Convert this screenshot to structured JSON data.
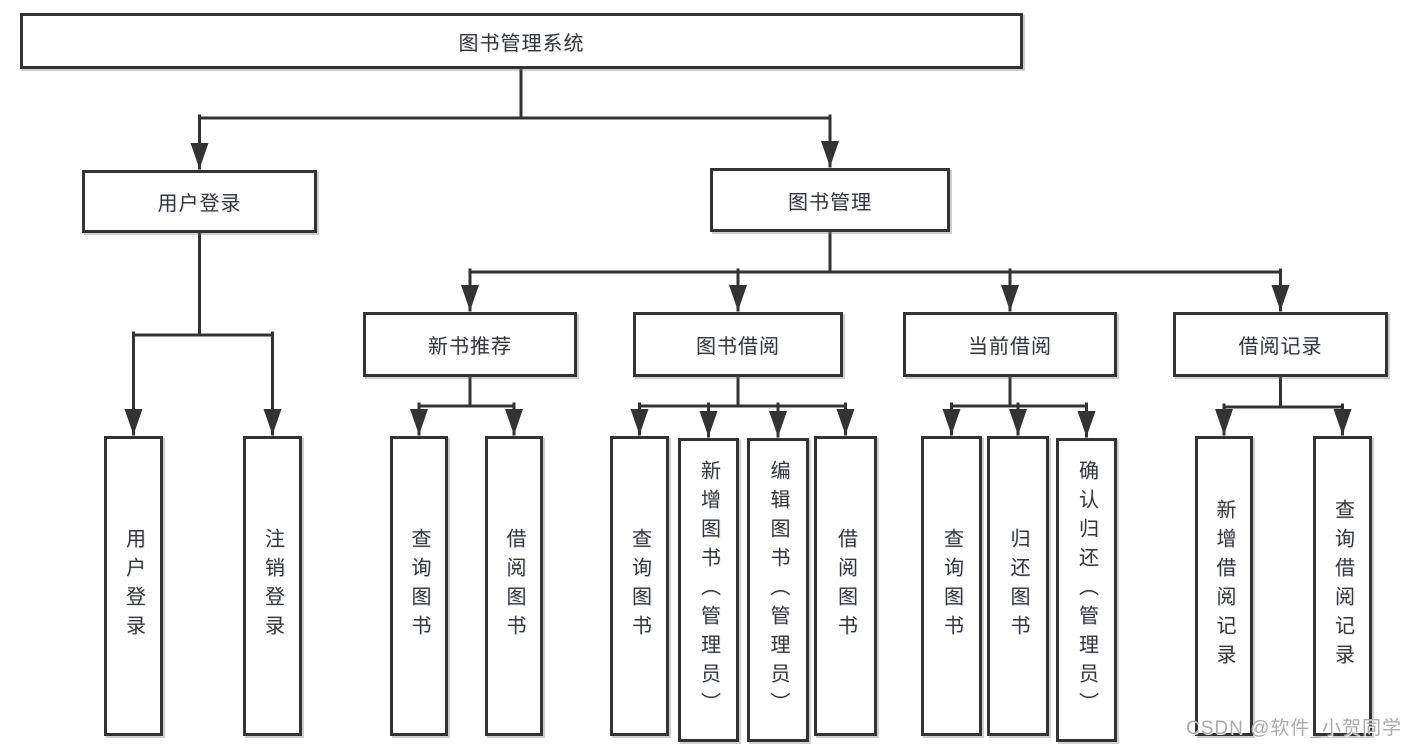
{
  "tree": {
    "root": {
      "label": "图书管理系统"
    },
    "children": [
      {
        "label": "用户登录",
        "children": [
          {
            "label": "用户登录"
          },
          {
            "label": "注销登录"
          }
        ]
      },
      {
        "label": "图书管理",
        "children": [
          {
            "label": "新书推荐",
            "children": [
              {
                "label": "查询图书"
              },
              {
                "label": "借阅图书"
              }
            ]
          },
          {
            "label": "图书借阅",
            "children": [
              {
                "label": "查询图书"
              },
              {
                "label": "新增图书（管理员）"
              },
              {
                "label": "编辑图书（管理员）"
              },
              {
                "label": "借阅图书"
              }
            ]
          },
          {
            "label": "当前借阅",
            "children": [
              {
                "label": "查询图书"
              },
              {
                "label": "归还图书"
              },
              {
                "label": "确认归还（管理员）"
              }
            ]
          },
          {
            "label": "借阅记录",
            "children": [
              {
                "label": "新增借阅记录"
              },
              {
                "label": "查询借阅记录"
              }
            ]
          }
        ]
      }
    ]
  },
  "watermark": {
    "text": "CSDN @软件_小贺同学"
  },
  "colors": {
    "line": "#333333",
    "box_border": "#333333",
    "text": "#373737",
    "background": "#ffffff",
    "watermark": "#ababab"
  }
}
